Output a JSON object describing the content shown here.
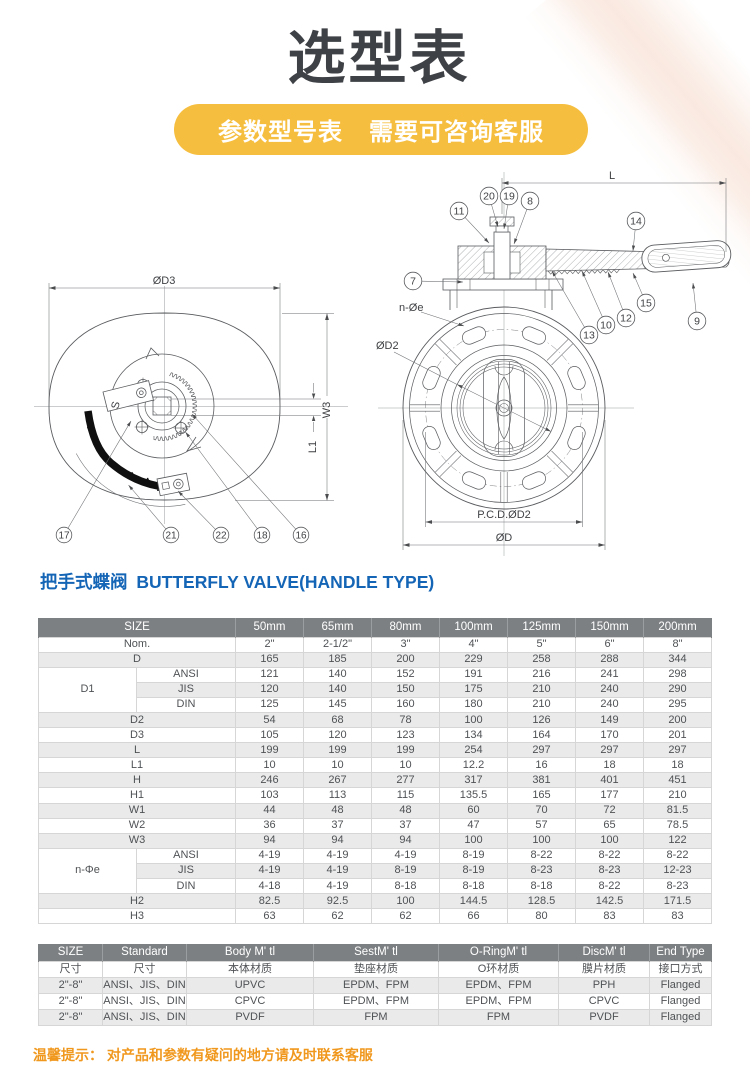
{
  "page": {
    "title": "选型表",
    "banner": {
      "text_left": "参数型号表",
      "text_right": "需要可咨询客服"
    },
    "section_heading": {
      "cn": "把手式蝶阀",
      "en": "BUTTERFLY VALVE(HANDLE TYPE)"
    },
    "footer_tip": {
      "label": "温馨提示：",
      "text": "对产品和参数有疑问的地方请及时联系客服"
    },
    "colors": {
      "accent_yellow": "#F6BE3E",
      "heading_blue": "#1565B6",
      "tip_orange": "#F0981E",
      "table_header_gray": "#7D8083",
      "stripe_gray": "#EAEAEA"
    }
  },
  "drawings": {
    "left_view": {
      "dim_labels": {
        "od3": "ØD3",
        "w3": "W3",
        "l1": "L1",
        "s": "S"
      },
      "callouts": {
        "c17": "17",
        "c21": "21",
        "c22": "22",
        "c18": "18",
        "c16": "16"
      }
    },
    "right_view": {
      "dim_labels": {
        "l": "L",
        "n_oe": "n-Øe",
        "od2": "ØD2",
        "pcd_od2": "P.C.D.ØD2",
        "od": "ØD"
      },
      "callouts": {
        "c20": "20",
        "c19": "19",
        "c8": "8",
        "c11": "11",
        "c14": "14",
        "c7": "7",
        "c15": "15",
        "c9": "9",
        "c12": "12",
        "c10": "10",
        "c13": "13"
      }
    }
  },
  "spec_table": {
    "columns": [
      "SIZE",
      "50mm",
      "65mm",
      "80mm",
      "100mm",
      "125mm",
      "150mm",
      "200mm"
    ],
    "rows": [
      {
        "label": "Nom.",
        "values": [
          "2\"",
          "2-1/2\"",
          "3\"",
          "4\"",
          "5\"",
          "6\"",
          "8\""
        ]
      },
      {
        "label": "D",
        "values": [
          "165",
          "185",
          "200",
          "229",
          "258",
          "288",
          "344"
        ]
      },
      {
        "group": "D1",
        "label": "ANSI",
        "values": [
          "121",
          "140",
          "152",
          "191",
          "216",
          "241",
          "298"
        ]
      },
      {
        "group": "D1",
        "label": "JIS",
        "values": [
          "120",
          "140",
          "150",
          "175",
          "210",
          "240",
          "290"
        ]
      },
      {
        "group": "D1",
        "label": "DIN",
        "values": [
          "125",
          "145",
          "160",
          "180",
          "210",
          "240",
          "295"
        ]
      },
      {
        "label": "D2",
        "values": [
          "54",
          "68",
          "78",
          "100",
          "126",
          "149",
          "200"
        ]
      },
      {
        "label": "D3",
        "values": [
          "105",
          "120",
          "123",
          "134",
          "164",
          "170",
          "201"
        ]
      },
      {
        "label": "L",
        "values": [
          "199",
          "199",
          "199",
          "254",
          "297",
          "297",
          "297"
        ]
      },
      {
        "label": "L1",
        "values": [
          "10",
          "10",
          "10",
          "12.2",
          "16",
          "18",
          "18"
        ]
      },
      {
        "label": "H",
        "values": [
          "246",
          "267",
          "277",
          "317",
          "381",
          "401",
          "451"
        ]
      },
      {
        "label": "H1",
        "values": [
          "103",
          "113",
          "115",
          "135.5",
          "165",
          "177",
          "210"
        ]
      },
      {
        "label": "W1",
        "values": [
          "44",
          "48",
          "48",
          "60",
          "70",
          "72",
          "81.5"
        ]
      },
      {
        "label": "W2",
        "values": [
          "36",
          "37",
          "37",
          "47",
          "57",
          "65",
          "78.5"
        ]
      },
      {
        "label": "W3",
        "values": [
          "94",
          "94",
          "94",
          "100",
          "100",
          "100",
          "122"
        ]
      },
      {
        "group": "n-Φe",
        "label": "ANSI",
        "values": [
          "4-19",
          "4-19",
          "4-19",
          "8-19",
          "8-22",
          "8-22",
          "8-22"
        ]
      },
      {
        "group": "n-Φe",
        "label": "JIS",
        "values": [
          "4-19",
          "4-19",
          "8-19",
          "8-19",
          "8-23",
          "8-23",
          "12-23"
        ]
      },
      {
        "group": "n-Φe",
        "label": "DIN",
        "values": [
          "4-18",
          "4-19",
          "8-18",
          "8-18",
          "8-18",
          "8-22",
          "8-23"
        ]
      },
      {
        "label": "H2",
        "values": [
          "82.5",
          "92.5",
          "100",
          "144.5",
          "128.5",
          "142.5",
          "171.5"
        ]
      },
      {
        "label": "H3",
        "values": [
          "63",
          "62",
          "62",
          "66",
          "80",
          "83",
          "83"
        ]
      }
    ]
  },
  "material_table": {
    "columns": [
      "SIZE",
      "Standard",
      "Body M' tl",
      "SestM' tl",
      "O-RingM' tl",
      "DiscM' tl",
      "End Type"
    ],
    "columns_cn": [
      "尺寸",
      "尺寸",
      "本体材质",
      "垫座材质",
      "O环材质",
      "膜片材质",
      "接口方式"
    ],
    "rows": [
      [
        "2\"-8\"",
        "ANSI、JIS、DIN",
        "UPVC",
        "EPDM、FPM",
        "EPDM、FPM",
        "PPH",
        "Flanged"
      ],
      [
        "2\"-8\"",
        "ANSI、JIS、DIN",
        "CPVC",
        "EPDM、FPM",
        "EPDM、FPM",
        "CPVC",
        "Flanged"
      ],
      [
        "2\"-8\"",
        "ANSI、JIS、DIN",
        "PVDF",
        "FPM",
        "FPM",
        "PVDF",
        "Flanged"
      ]
    ]
  }
}
